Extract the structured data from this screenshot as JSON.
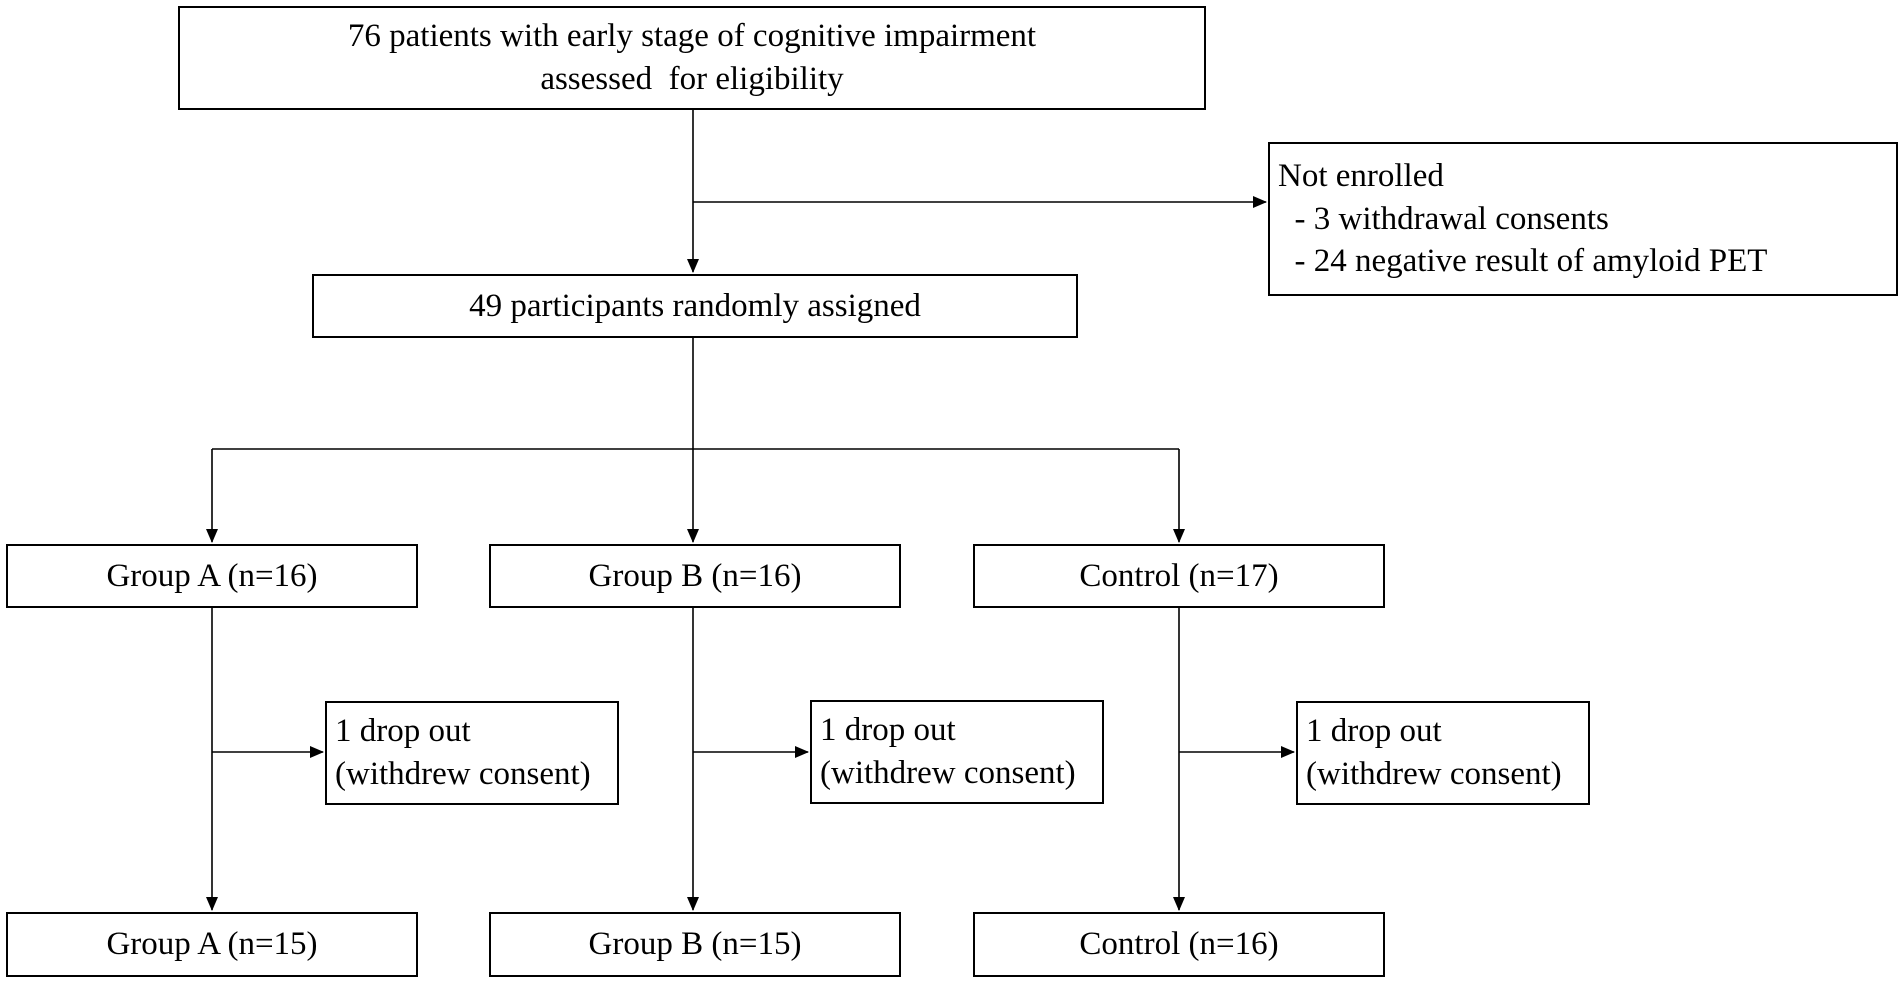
{
  "screening": {
    "line1": "76 patients with early stage of cognitive impairment",
    "line2": "assessed  for eligibility"
  },
  "excluded": {
    "title": "Not enrolled",
    "reason1": "  - 3 withdrawal consents",
    "reason2": "  - 24 negative result of amyloid PET"
  },
  "randomized": {
    "label": "49 participants randomly assigned"
  },
  "allocation": {
    "group_a": "Group A (n=16)",
    "group_b": "Group B (n=16)",
    "control": "Control (n=17)"
  },
  "dropouts": {
    "group_a": {
      "line1": "1 drop out",
      "line2": "(withdrew consent)"
    },
    "group_b": {
      "line1": "1 drop out",
      "line2": "(withdrew consent)"
    },
    "control": {
      "line1": "1 drop out",
      "line2": "(withdrew consent)"
    }
  },
  "analysis": {
    "group_a": "Group A (n=15)",
    "group_b": "Group B (n=15)",
    "control": "Control (n=16)"
  }
}
